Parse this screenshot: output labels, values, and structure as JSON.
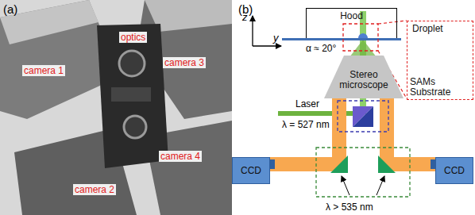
{
  "diagram": {
    "nodes": [
      {
        "text": [
          "Hood"
        ]
      },
      {
        "text": [
          "Droplet",
          "SAMs Substrate"
        ]
      },
      {
        "text": [
          "Stereo microscope"
        ]
      },
      {
        "text": [
          "CCD"
        ]
      },
      {
        "text": [
          "CCD"
        ]
      }
    ],
    "labels": [
      "(a)",
      "optics",
      "camera 3",
      "camera 1",
      "camera 4",
      "camera 2",
      "(b)",
      "z",
      "y",
      "α ≈ 20°",
      "Laser",
      "λ = 527 nm",
      "λ > 535 nm"
    ]
  }
}
